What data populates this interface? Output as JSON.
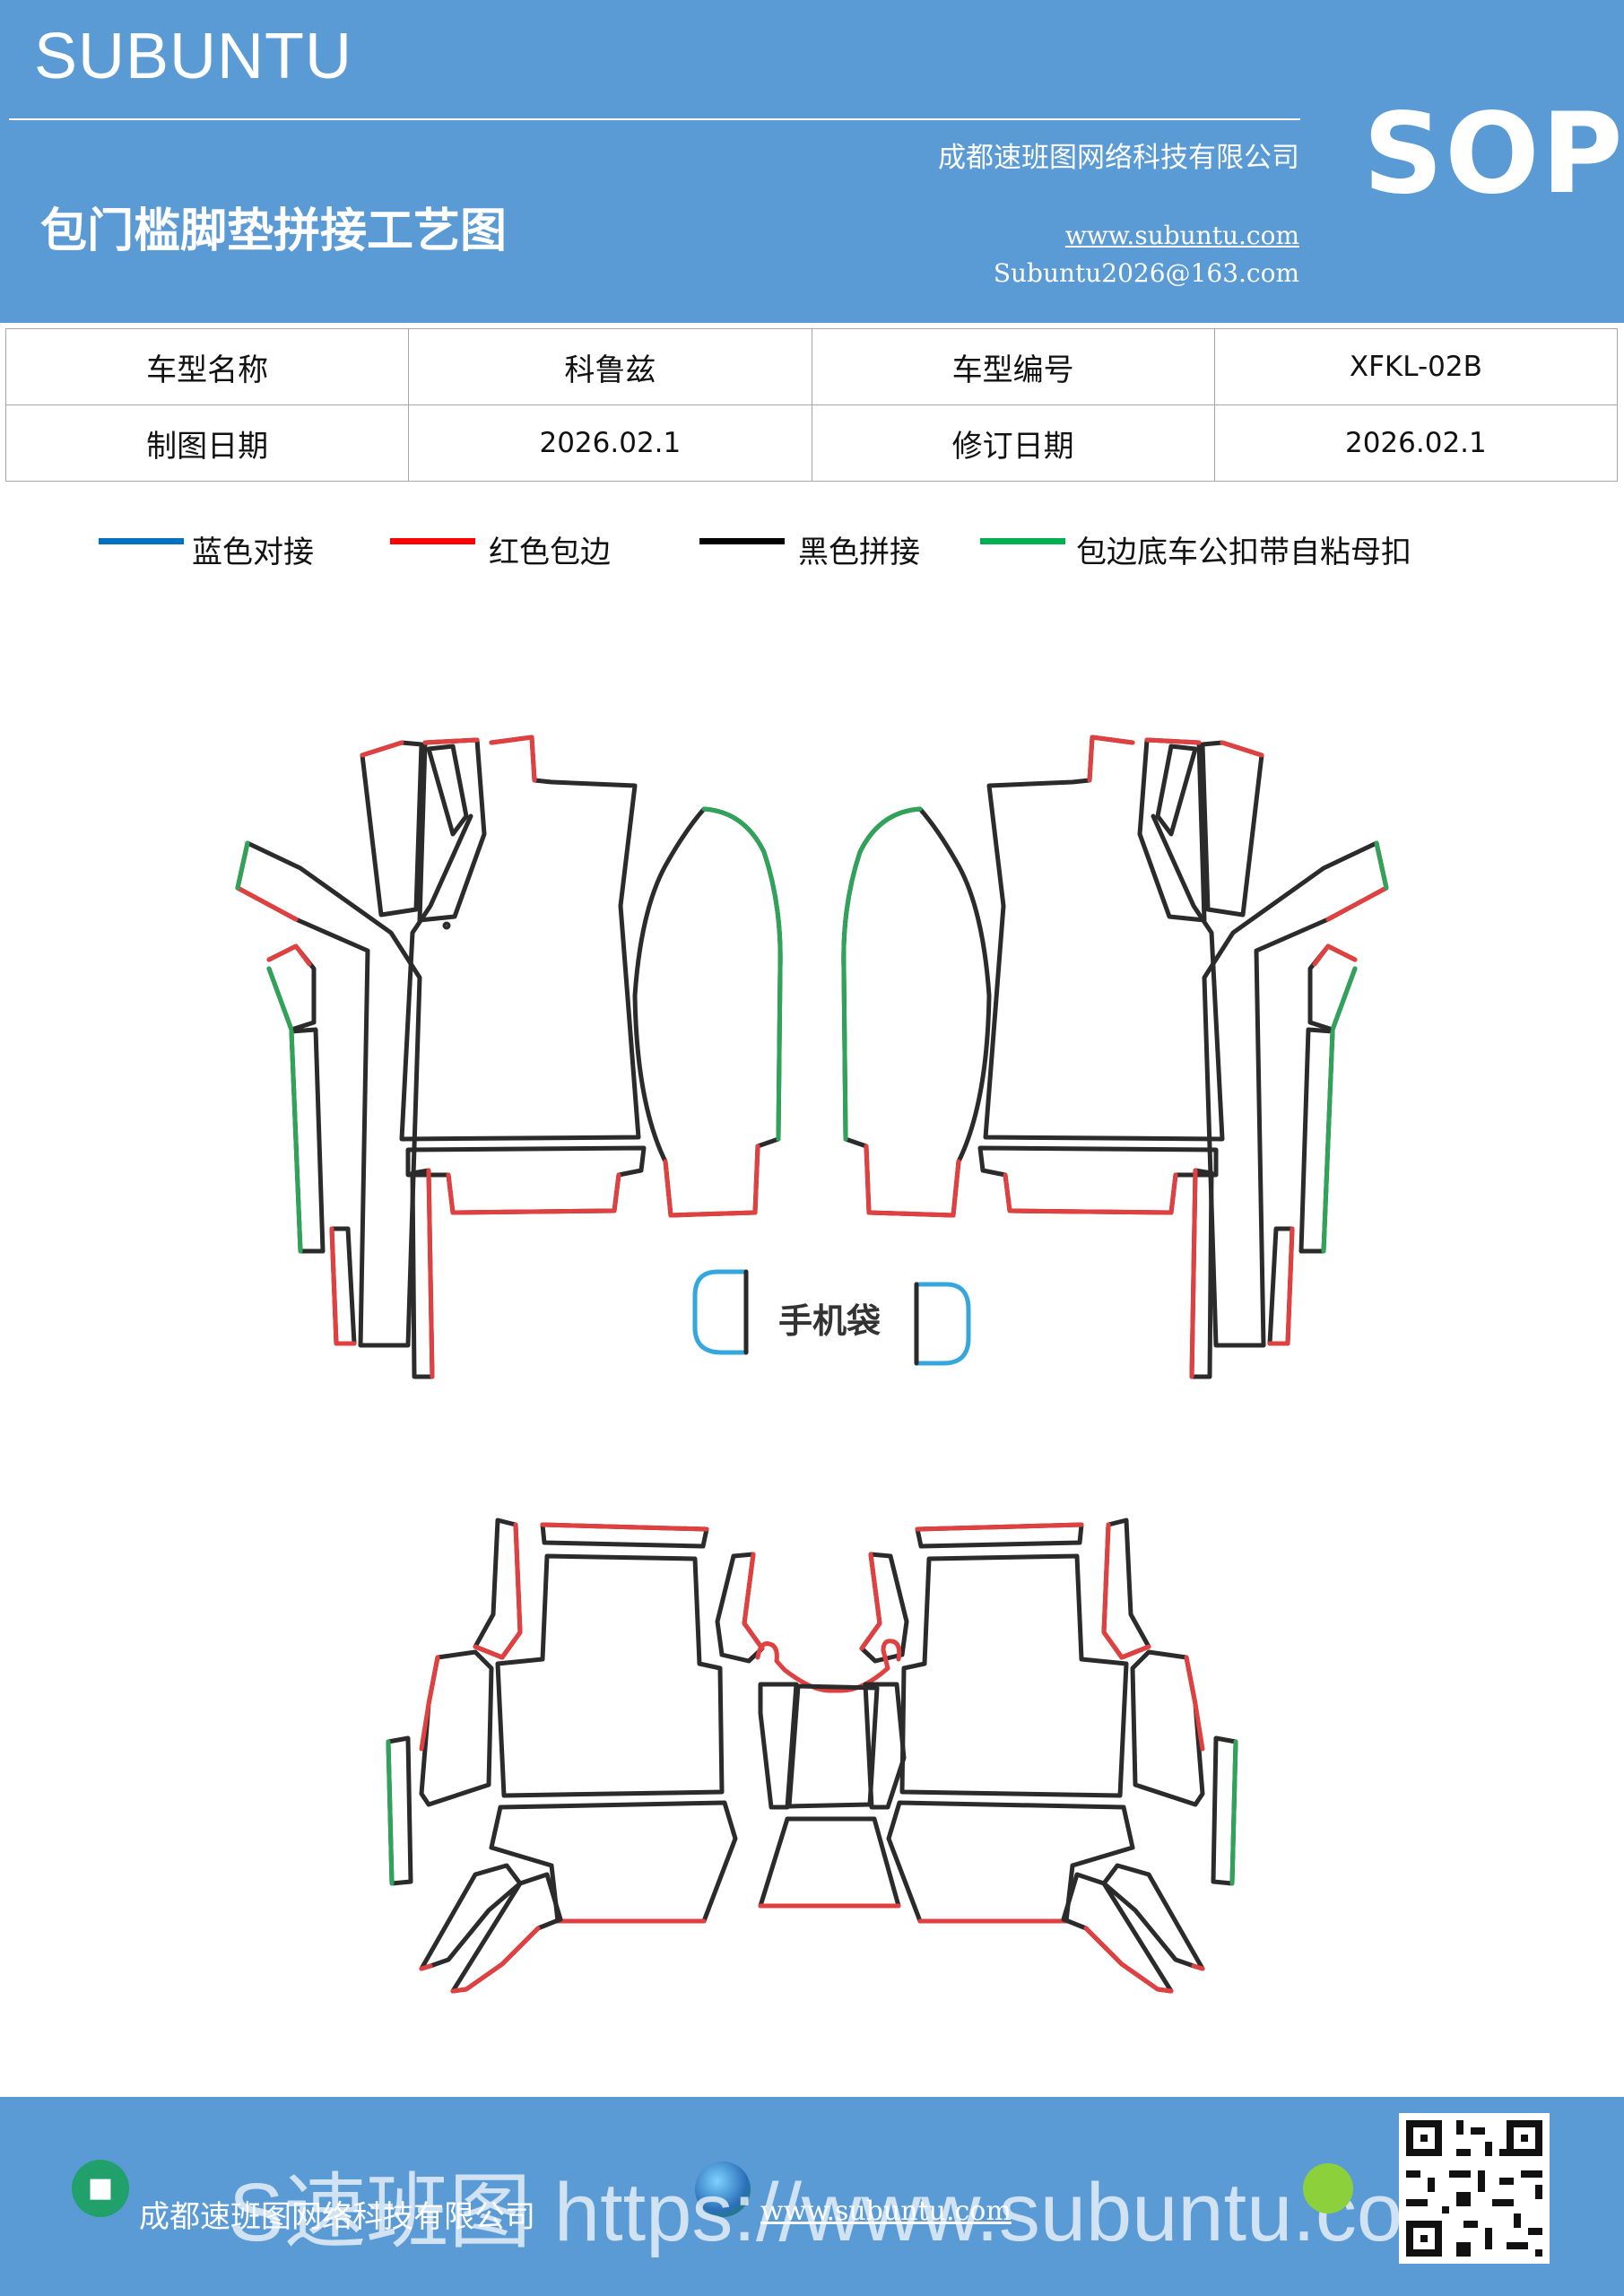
{
  "header": {
    "brand": "SUBUNTU",
    "title": "包门槛脚垫拼接工艺图",
    "company": "成都速班图网络科技有限公司",
    "website": "www.subuntu.com",
    "email": "Subuntu2026@163.com",
    "badge": "SOP"
  },
  "info_table": {
    "row1": {
      "label1": "车型名称",
      "value1": "科鲁兹",
      "label2": "车型编号",
      "value2": "XFKL-02B"
    },
    "row2": {
      "label1": "制图日期",
      "value1": "2026.02.1",
      "label2": "修订日期",
      "value2": "2026.02.1"
    }
  },
  "legend": [
    {
      "label": "蓝色对接",
      "color": "#0070c0"
    },
    {
      "label": "红色包边",
      "color": "#ff0000"
    },
    {
      "label": "黑色拼接",
      "color": "#000000"
    },
    {
      "label": "包边底车公扣带自粘母扣",
      "color": "#00b050"
    }
  ],
  "diagram": {
    "phone_pocket_label": "手机袋",
    "colors": {
      "black": "#2b2b2b",
      "red": "#e0403f",
      "green": "#2fa35a",
      "blue": "#36a7dc"
    }
  },
  "footer": {
    "company": "成都速班图网络科技有限公司",
    "website": "www.subuntu.com",
    "watermark": "S速班图 https://www.subuntu.com"
  }
}
